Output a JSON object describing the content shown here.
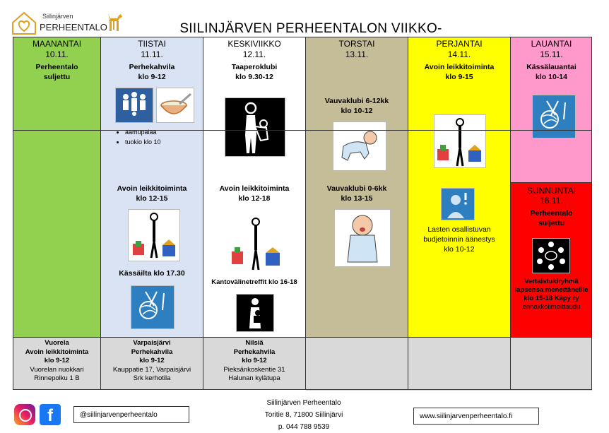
{
  "logo": {
    "line1": "Siilinjärven",
    "line2": "PERHEENTALO"
  },
  "title": "SIILINJÄRVEN PERHEENTALON VIIKKO-OHJELMA",
  "colors": {
    "mon": "#92d050",
    "tue": "#dae3f3",
    "wed": "#ffffff",
    "thu": "#c4bd97",
    "fri": "#ffff00",
    "sat": "#ff99cc",
    "sun": "#ff0000",
    "footer": "#d9d9d9"
  },
  "days": {
    "mon": {
      "name": "MAANANTAI",
      "date": "10.11.",
      "events": [
        "Perheentalo",
        "suljettu"
      ]
    },
    "tue": {
      "name": "TIISTAI",
      "date": "11.11.",
      "events": [
        "Perhekahvila",
        "klo 9-12"
      ],
      "bullets": [
        "aamupalaa",
        "tuokio klo 10"
      ],
      "events2": [
        "Avoin leikkitoiminta",
        "klo 12-15"
      ],
      "events3": "Kässäilta klo 17.30"
    },
    "wed": {
      "name": "KESKIVIIKKO",
      "date": "12.11.",
      "events": [
        "Taaperoklubi",
        "klo 9.30-12"
      ],
      "events2": [
        "Avoin leikkitoiminta",
        "klo 12-18"
      ],
      "events3": "Kantovälinetreffit klo 16-18"
    },
    "thu": {
      "name": "TORSTAI",
      "date": "13.11.",
      "events": [
        "Vauvaklubi 6-12kk",
        "klo 10-12"
      ],
      "events2": [
        "Vauvaklubi 0-6kk",
        "klo 13-15"
      ]
    },
    "fri": {
      "name": "PERJANTAI",
      "date": "14.11.",
      "events": [
        "Avoin leikkitoiminta",
        "klo 9-15"
      ],
      "events2": [
        "Lasten osallistuvan",
        "budjetoinnin äänestys",
        "klo 10-12"
      ]
    },
    "sat": {
      "name": "LAUANTAI",
      "date": "15.11.",
      "events": [
        "Kässälauantai",
        "klo 10-14"
      ]
    },
    "sun": {
      "name": "SUNNUNTAI",
      "date": "16.11.",
      "events": [
        "Perheentalo",
        "suljettu"
      ],
      "events2": [
        "Vertaistukiryhmä",
        "lapsensa menettäneille",
        "klo 15-18 Käpy ry",
        "ennakkoilmoittaudu"
      ]
    }
  },
  "footers": {
    "mon": [
      "Vuorela",
      "Avoin leikkitoiminta",
      "klo 9-12",
      "Vuorelan nuokkari",
      "Rinnepolku 1 B"
    ],
    "tue": [
      "Varpaisjärvi",
      "Perhekahvila",
      "klo 9-12",
      "Kauppatie 17, Varpaisjärvi",
      "Srk kerhotila"
    ],
    "wed": [
      "Nilsiä",
      "Perhekahvila",
      "klo 9-12",
      "Pieksänkoskentie 31",
      "Halunan kylätupa"
    ]
  },
  "bottom": {
    "instagram": "@siilinjarvenperheentalo",
    "address": [
      "Siilinjärven Perheentalo",
      "Toritie 8, 71800 Siilinjärvi",
      "p. 044 788 9539"
    ],
    "website": "www.siilinjarvenperheentalo.fi"
  }
}
